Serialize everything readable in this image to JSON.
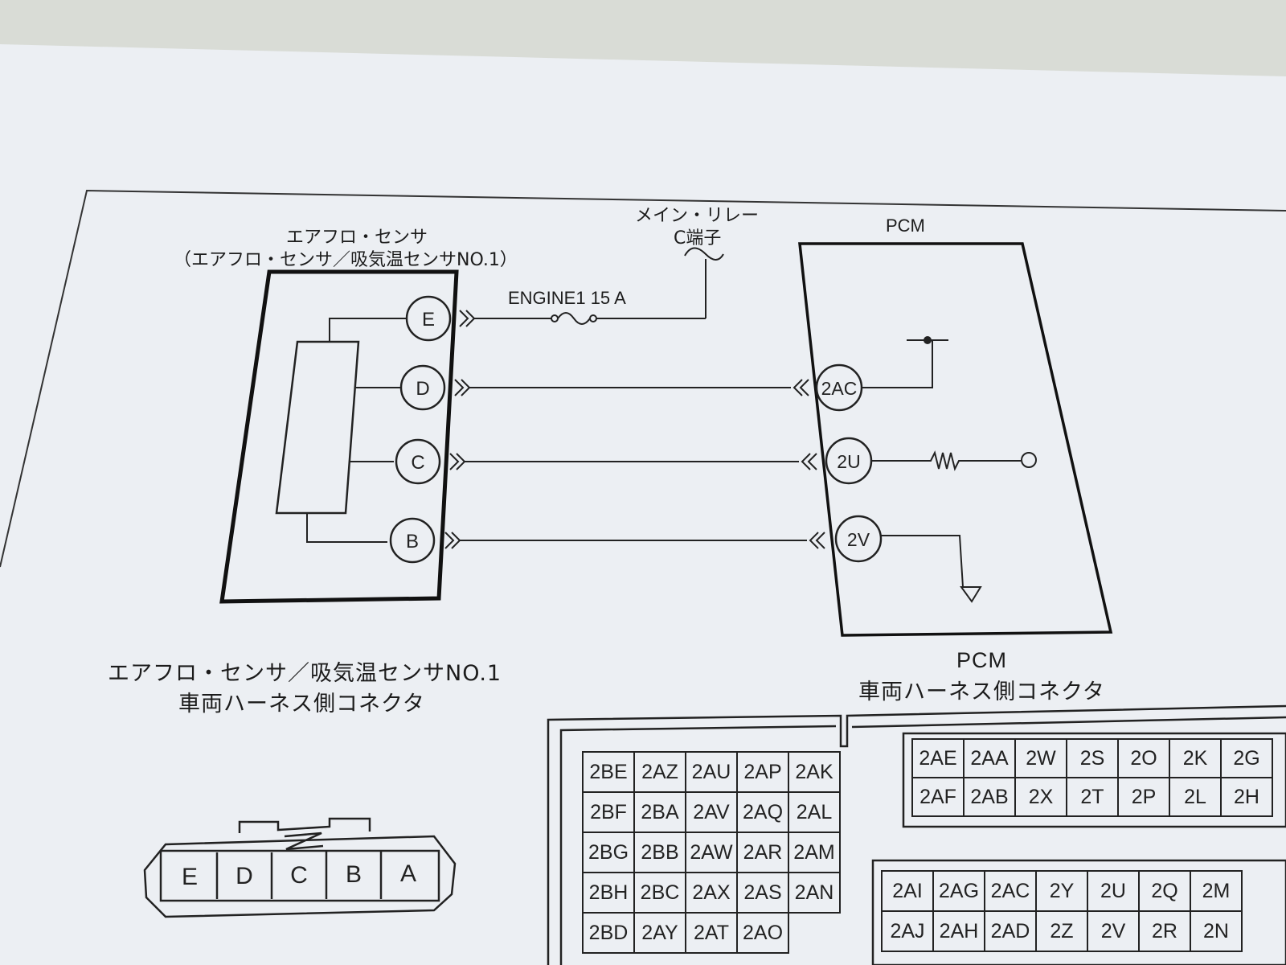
{
  "sensor": {
    "title": "エアフロ・センサ",
    "subtitle": "（エアフロ・センサ／吸気温センサNO.1）",
    "pins": [
      "E",
      "D",
      "C",
      "B"
    ]
  },
  "relay": {
    "line1": "メイン・リレー",
    "line2": "C端子"
  },
  "fuse": {
    "label": "ENGINE1 15 A"
  },
  "pcm": {
    "title": "PCM",
    "pins": [
      "2AC",
      "2U",
      "2V"
    ]
  },
  "sensor_connector": {
    "title_line1": "エアフロ・センサ／吸気温センサNO.1",
    "title_line2": "車両ハーネス側コネクタ",
    "pins": [
      "E",
      "D",
      "C",
      "B",
      "A"
    ]
  },
  "pcm_connector": {
    "title_line1": "PCM",
    "title_line2": "車両ハーネス側コネクタ",
    "left_block": [
      [
        "2BE",
        "2AZ",
        "2AU",
        "2AP",
        "2AK"
      ],
      [
        "2BF",
        "2BA",
        "2AV",
        "2AQ",
        "2AL"
      ],
      [
        "2BG",
        "2BB",
        "2AW",
        "2AR",
        "2AM"
      ],
      [
        "2BH",
        "2BC",
        "2AX",
        "2AS",
        "2AN"
      ],
      [
        "2BD",
        "2AY",
        "2AT",
        "2AO"
      ]
    ],
    "right_top_block": [
      [
        "2AE",
        "2AA",
        "2W",
        "2S",
        "2O",
        "2K",
        "2G"
      ],
      [
        "2AF",
        "2AB",
        "2X",
        "2T",
        "2P",
        "2L",
        "2H"
      ]
    ],
    "right_bottom_block": [
      [
        "2AI",
        "2AG",
        "2AC",
        "2Y",
        "2U",
        "2Q",
        "2M"
      ],
      [
        "2AJ",
        "2AH",
        "2AD",
        "2Z",
        "2V",
        "2R",
        "2N"
      ]
    ]
  }
}
